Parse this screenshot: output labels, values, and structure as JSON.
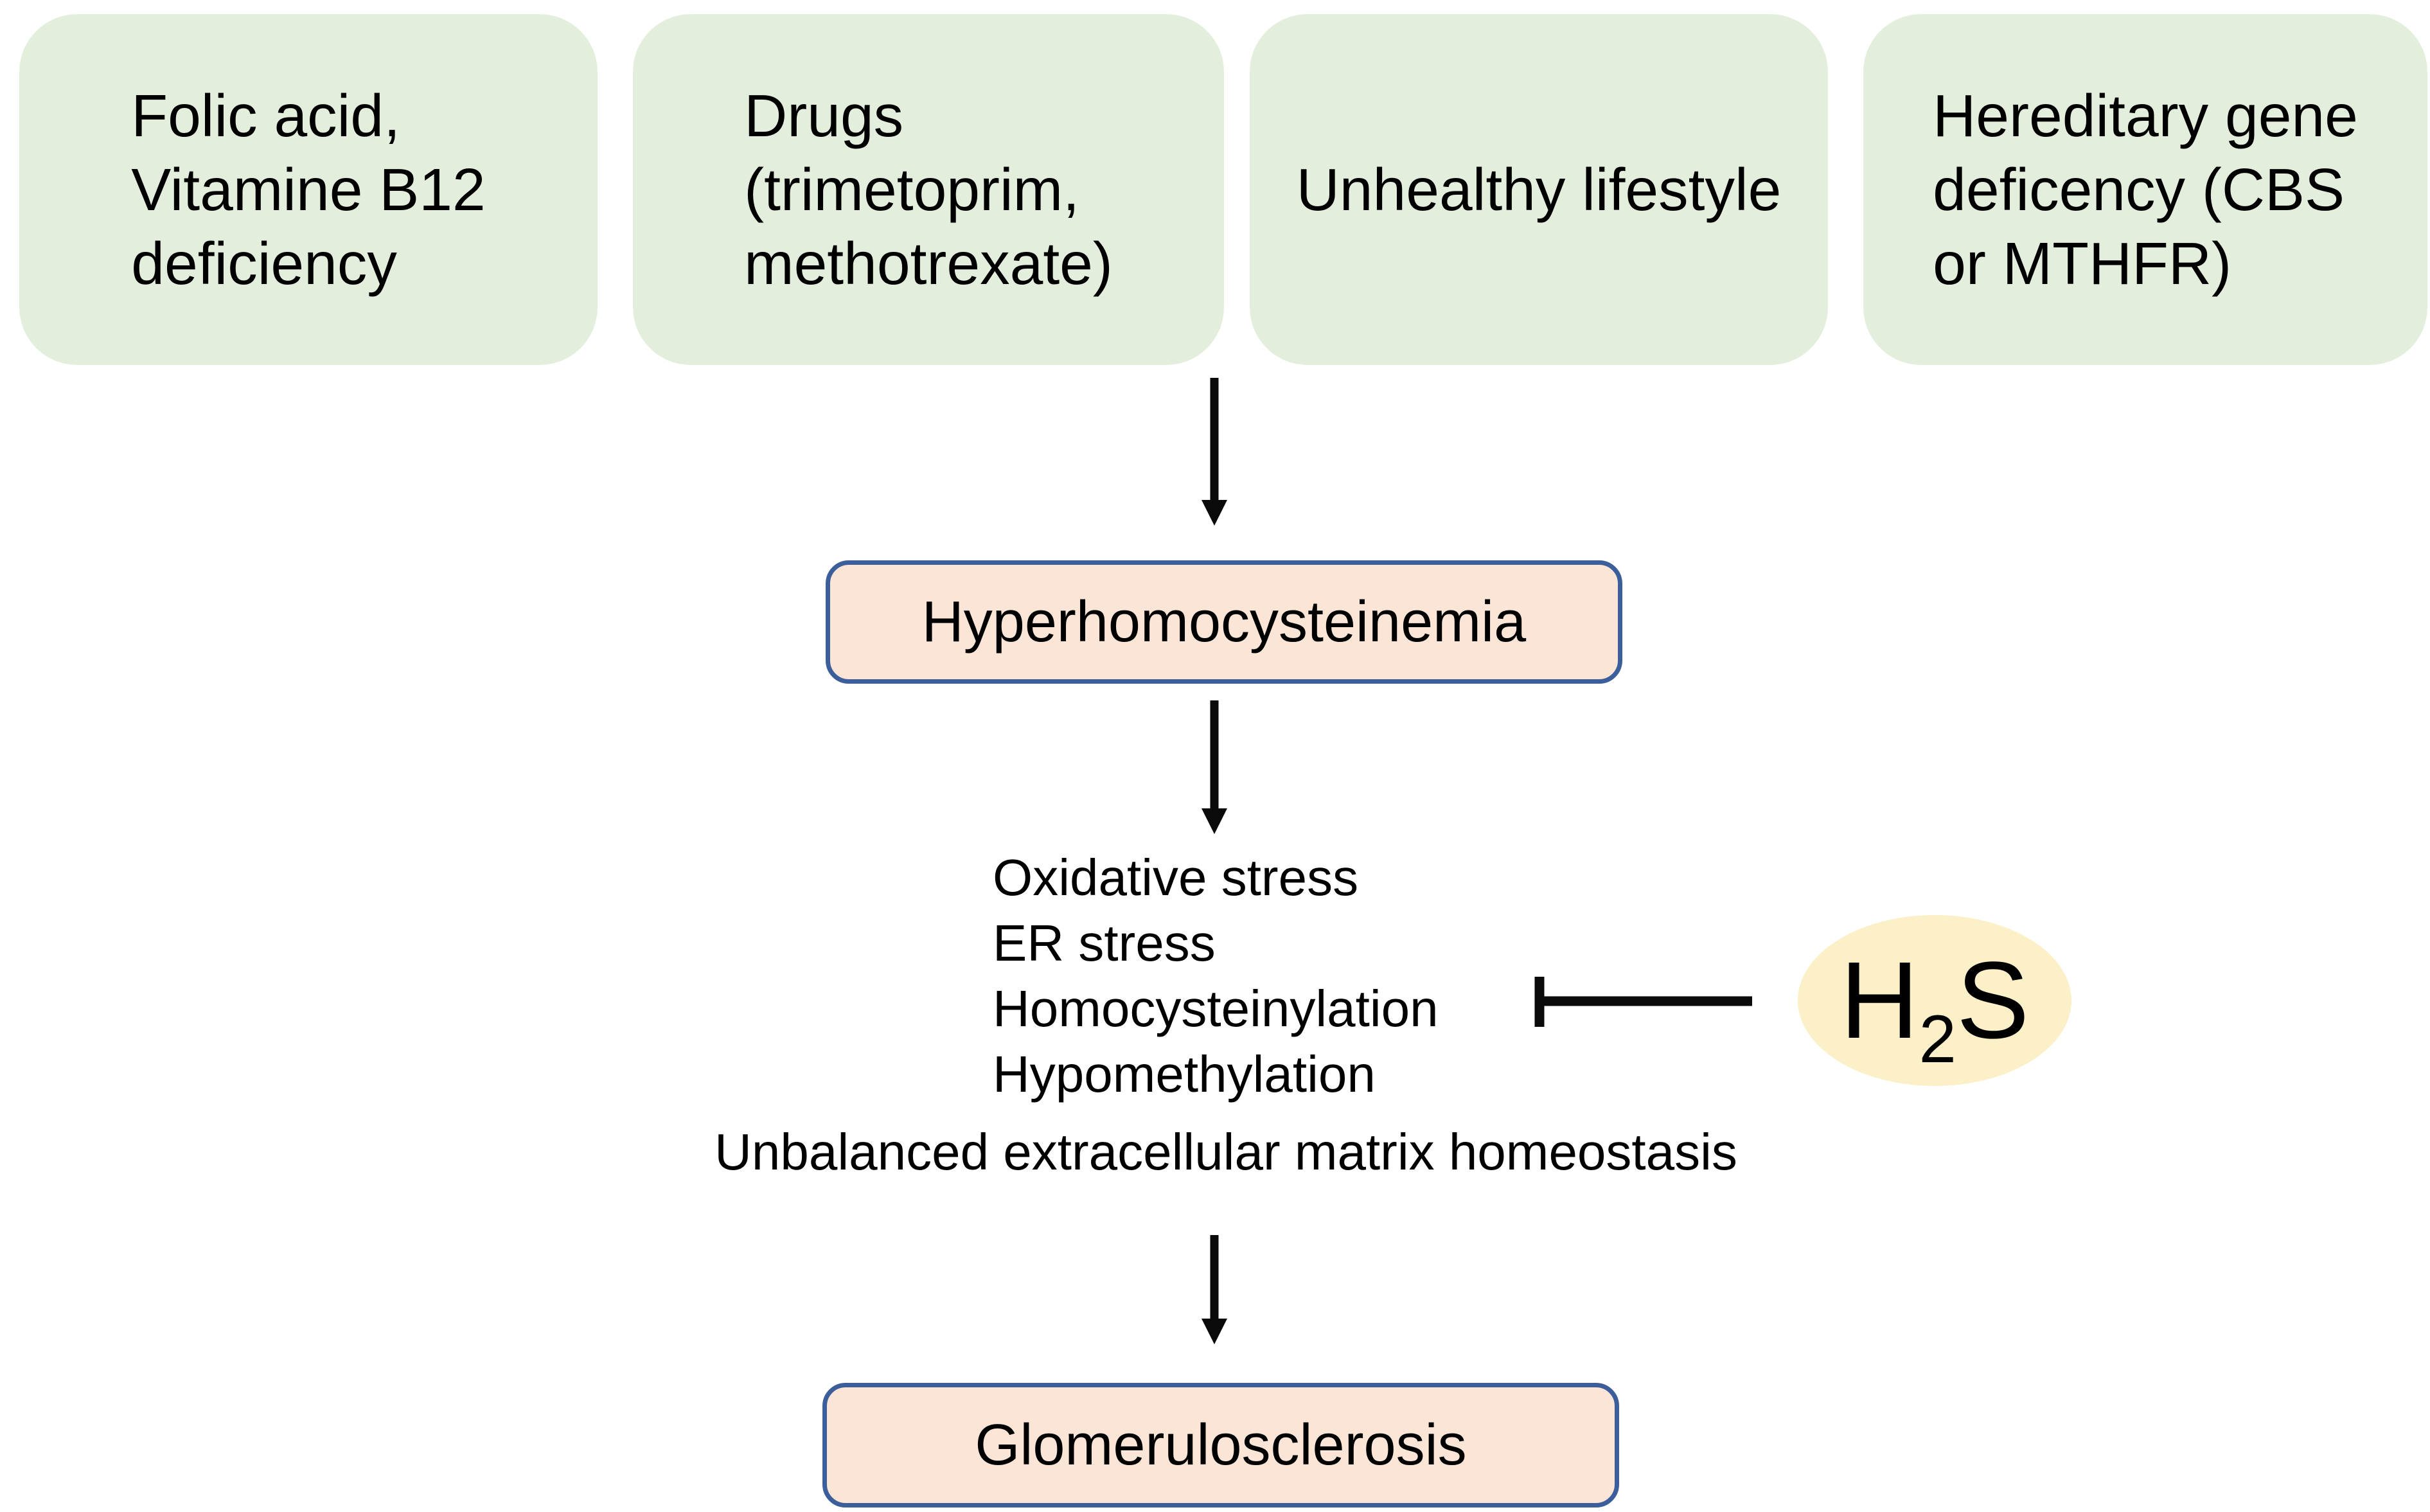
{
  "diagram": {
    "title_hidden": "",
    "causes": [
      {
        "id": "folic-acid",
        "lines": [
          "Folic acid,",
          "Vitamine B12",
          "deficiency"
        ]
      },
      {
        "id": "drugs",
        "lines": [
          "Drugs",
          "(trimetoprim,",
          "methotrexate)"
        ]
      },
      {
        "id": "lifestyle",
        "lines": [
          "Unhealthy lifestyle"
        ]
      },
      {
        "id": "hereditary",
        "lines": [
          "Hereditary gene",
          "deficency (CBS",
          "or MTHFR)"
        ]
      }
    ],
    "central_node": "Hyperhomocysteinemia",
    "mediators": {
      "items": [
        "Oxidative stress",
        "ER stress",
        "Homocysteinylation",
        "Hypomethylation"
      ],
      "wide_item": "Unbalanced extracellular matrix homeostasis"
    },
    "inhibitor": {
      "base1": "H",
      "sub": "2",
      "base2": "S"
    },
    "outcome_node": "Glomerulosclerosis"
  },
  "colors": {
    "box_green": "#e3efdc",
    "box_peach": "#fbe5d6",
    "border_blue": "#3c5f9b",
    "ellipse_yellow": "#fcf0c8",
    "arrow_black": "#0a0a0a",
    "text_black": "#000000"
  }
}
